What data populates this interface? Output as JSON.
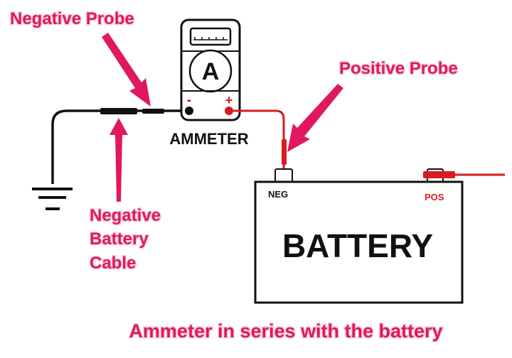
{
  "diagram": {
    "title": "Ammeter in series with the battery",
    "labels": {
      "negative_probe": "Negative Probe",
      "positive_probe": "Positive Probe",
      "negative_cable_line1": "Negative",
      "negative_cable_line2": "Battery",
      "negative_cable_line3": "Cable",
      "ammeter": "AMMETER",
      "meter_symbol": "A",
      "minus_sign": "-",
      "plus_sign": "+",
      "battery": "BATTERY",
      "neg_terminal": "NEG",
      "pos_terminal": "POS"
    },
    "colors": {
      "annotation": "#e0185f",
      "positive_wire": "#d81b22",
      "negative_wire": "#111111"
    }
  }
}
